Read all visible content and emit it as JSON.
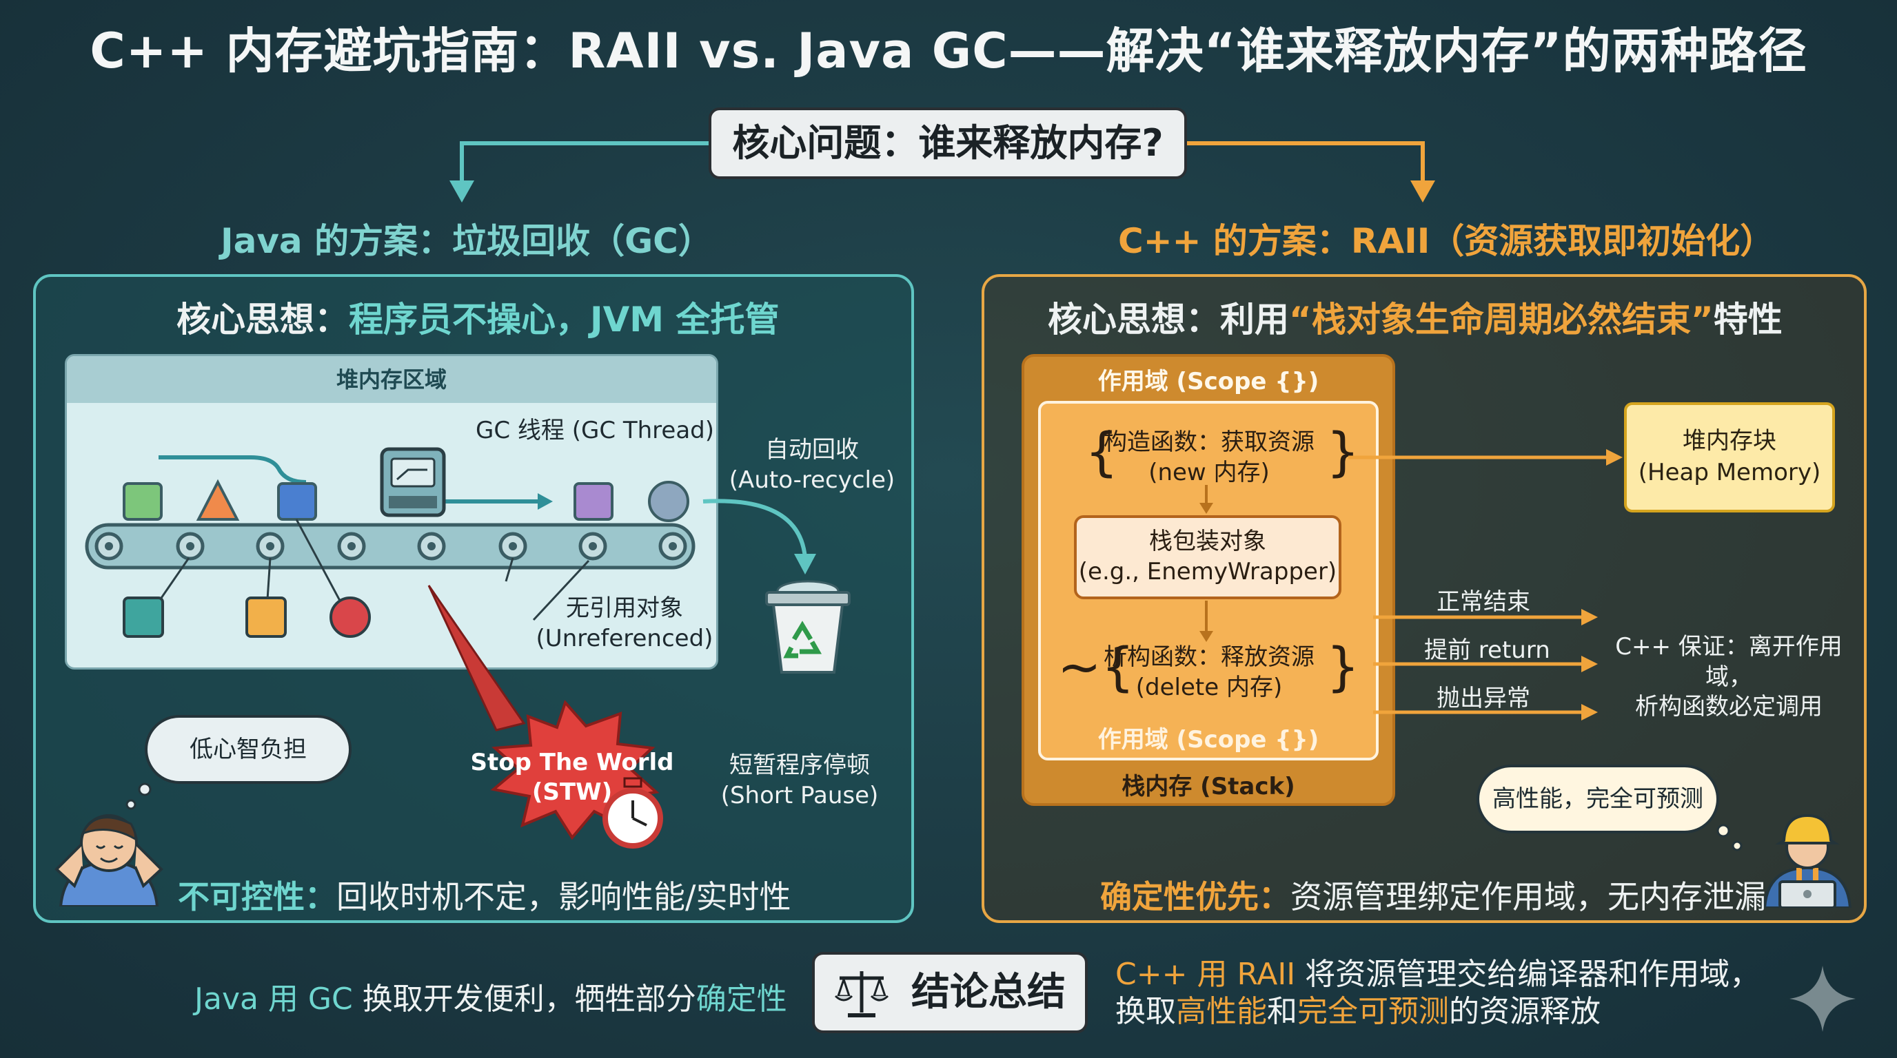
{
  "title": "C++ 内存避坑指南：RAII vs. Java GC——解决“谁来释放内存”的两种路径",
  "question": "核心问题：谁来释放内存?",
  "java": {
    "heading": "Java 的方案：垃圾回收（GC）",
    "core_prefix": "核心思想：",
    "core_highlight": "程序员不操心，JVM 全托管",
    "heap_region": "堆内存区域",
    "gc_thread": "GC 线程 (GC Thread)",
    "auto_recycle_1": "自动回收",
    "auto_recycle_2": "(Auto-recycle)",
    "unref_1": "无引用对象",
    "unref_2": "(Unreferenced)",
    "mind": "低心智负担",
    "stw_1": "Stop The World",
    "stw_2": "(STW)",
    "pause_1": "短暂程序停顿",
    "pause_2": "(Short Pause)",
    "bottom_prefix": "不可控性：",
    "bottom_text": "回收时机不定，影响性能/实时性"
  },
  "cpp": {
    "heading": "C++ 的方案：RAII（资源获取即初始化）",
    "core_prefix": "核心思想：利用",
    "core_highlight": "“栈对象生命周期必然结束”",
    "core_suffix": "特性",
    "scope_top": "作用域 (Scope {})",
    "ctor_1": "构造函数：获取资源",
    "ctor_2": "(new 内存)",
    "wrapper_1": "栈包装对象",
    "wrapper_2": "(e.g., EnemyWrapper)",
    "dtor_1": "析构函数：释放资源",
    "dtor_2": "(delete 内存)",
    "scope_bottom": "作用域 (Scope {})",
    "stack": "栈内存 (Stack)",
    "heap_1": "堆内存块",
    "heap_2": "(Heap Memory)",
    "exit_normal": "正常结束",
    "exit_return": "提前 return",
    "exit_throw": "抛出异常",
    "guarantee_1": "C++ 保证：离开作用域，",
    "guarantee_2": "析构函数必定调用",
    "thought": "高性能，完全可预测",
    "bottom_prefix": "确定性优先：",
    "bottom_text": "资源管理绑定作用域，无内存泄漏"
  },
  "conclusion": {
    "label": "结论总结",
    "left_a": "Java 用 ",
    "left_b": "GC",
    "left_c": " 换取开发便利，牺牲部分",
    "left_d": "确定性",
    "right_a": "C++ 用 ",
    "right_b": "RAII",
    "right_c": " 将资源管理交给编译器和作用域，",
    "right_d": "换取",
    "right_e": "高性能",
    "right_f": "和",
    "right_g": "完全可预测",
    "right_h": "的资源释放"
  },
  "colors": {
    "java_accent": "#5fc5c2",
    "cpp_accent": "#f0a43c",
    "stw_red": "#e0403c"
  }
}
